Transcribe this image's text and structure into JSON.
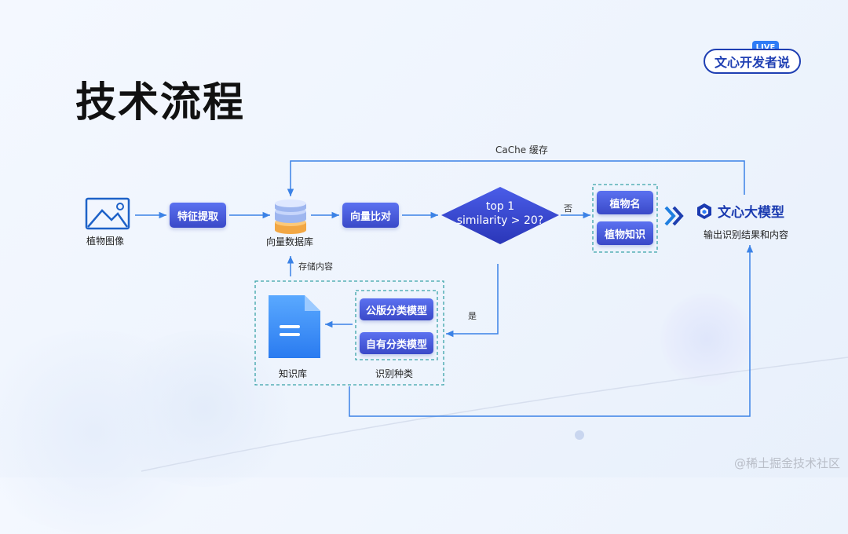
{
  "title": "技术流程",
  "brand": {
    "badge": "LIVE",
    "name": "文心开发者说"
  },
  "nodes": {
    "plant_image": "植物图像",
    "feature_extract": "特征提取",
    "vector_db": "向量数据库",
    "vector_compare": "向量比对",
    "decision": {
      "line1": "top 1",
      "line2": "similarity > 20?"
    },
    "plant_name": "植物名",
    "plant_knowledge": "植物知识",
    "llm": "文心大模型",
    "output": "输出识别结果和内容",
    "knowledge_base": "知识库",
    "public_model": "公版分类模型",
    "own_model": "自有分类模型",
    "recognize_species": "识别种类"
  },
  "edges": {
    "cache": "CaChe 缓存",
    "no": "否",
    "yes": "是",
    "store": "存储内容"
  },
  "colors": {
    "accent": "#3b4bd0",
    "arrow": "#3b82e6",
    "dashed": "#3aa3a8",
    "diamond": "#3240c4"
  },
  "watermark": "@稀土掘金技术社区"
}
